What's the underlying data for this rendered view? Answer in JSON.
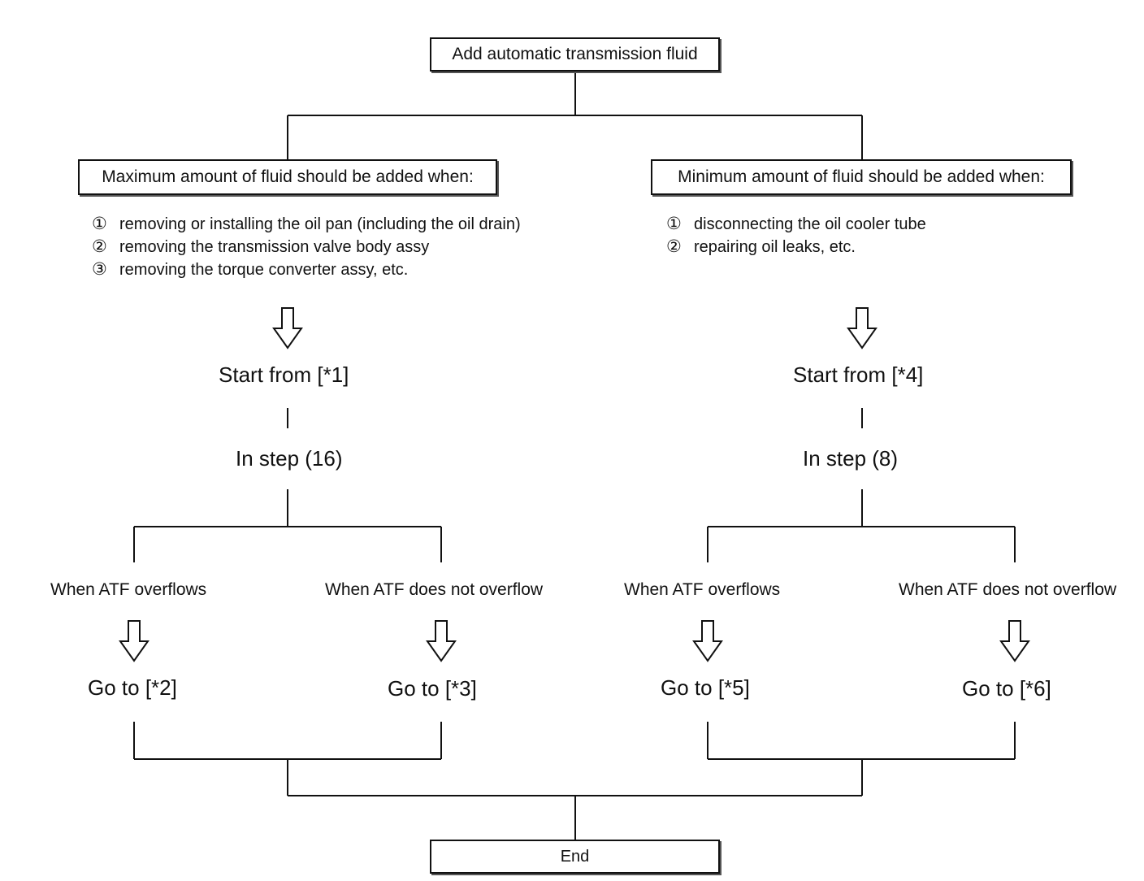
{
  "top_box": "Add automatic transmission fluid",
  "left": {
    "header": "Maximum amount of fluid should be added when:",
    "items": [
      {
        "num": "①",
        "text": "removing or installing the oil pan (including the oil drain)"
      },
      {
        "num": "②",
        "text": "removing the transmission valve body assy"
      },
      {
        "num": "③",
        "text": "removing the torque converter assy, etc."
      }
    ],
    "start": "Start from [*1]",
    "step": "In step (16)",
    "branch_a": {
      "condition": "When ATF overflows",
      "goto": "Go to [*2]"
    },
    "branch_b": {
      "condition": "When ATF does not overflow",
      "goto": "Go to [*3]"
    }
  },
  "right": {
    "header": "Minimum amount of fluid should be added when:",
    "items": [
      {
        "num": "①",
        "text": "disconnecting the oil cooler tube"
      },
      {
        "num": "②",
        "text": "repairing oil leaks, etc."
      }
    ],
    "start": "Start from [*4]",
    "step": "In step (8)",
    "branch_a": {
      "condition": "When ATF overflows",
      "goto": "Go to [*5]"
    },
    "branch_b": {
      "condition": "When ATF does not overflow",
      "goto": "Go to [*6]"
    }
  },
  "end_box": "End"
}
